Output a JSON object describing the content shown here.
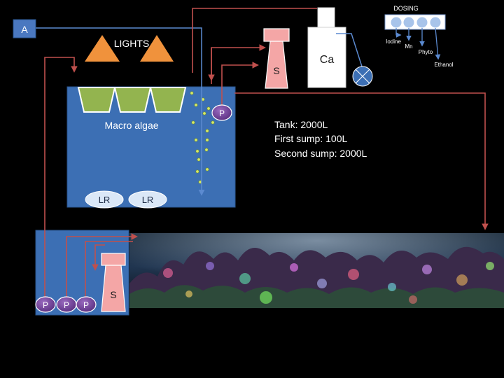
{
  "labels": {
    "air": "A",
    "lights": "LIGHTS",
    "macro_algae": "Macro algae",
    "live_rock": "LR",
    "pump": "P",
    "skimmer": "S",
    "calcium_reactor": "Ca",
    "dosing": "DOSING",
    "dosing_items": [
      "Iodine",
      "Mn",
      "Phyto",
      "Ethanol"
    ]
  },
  "volumes": {
    "tank": "Tank: 2000L",
    "first_sump": "First sump: 100L",
    "second_sump": "Second sump: 2000L"
  },
  "colors": {
    "background": "#000000",
    "sump_blue": "#3c6fb4",
    "pipe_red": "#c0504d",
    "pipe_blue": "#5b8ad0",
    "light_orange": "#f0923c",
    "algae_green": "#93b44f",
    "skimmer_pink": "#f4a6a6",
    "pump_purple": "#6e3f92",
    "bubble_yellow": "#d6e86a"
  }
}
